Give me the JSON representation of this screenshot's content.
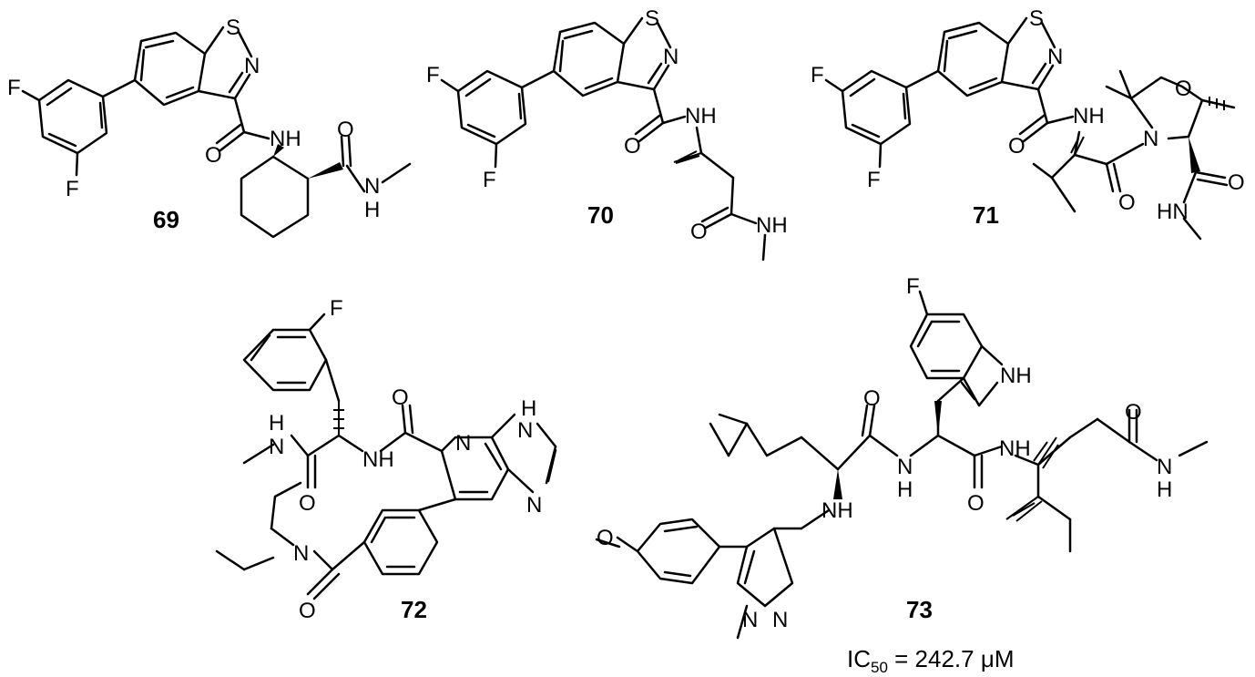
{
  "compounds": [
    {
      "id": "69",
      "atoms": {
        "s": "S",
        "n_ring": "N",
        "f1": "F",
        "f2": "F",
        "o_amide1": "O",
        "nh1": "NH",
        "o_amide2": "O",
        "n2": "N",
        "h2": "H"
      }
    },
    {
      "id": "70",
      "atoms": {
        "s": "S",
        "n_ring": "N",
        "f1": "F",
        "f2": "F",
        "o_amide1": "O",
        "nh1": "NH",
        "o_amide2": "O",
        "nh2": "NH"
      }
    },
    {
      "id": "71",
      "atoms": {
        "s": "S",
        "n_ring": "N",
        "f1": "F",
        "f2": "F",
        "o_amide1": "O",
        "nh1": "NH",
        "o_ring": "O",
        "n_ring2": "N",
        "o_amide2": "O",
        "o_amide3": "O",
        "hn": "HN"
      }
    },
    {
      "id": "72",
      "atoms": {
        "f": "F",
        "nh_top": "H",
        "n_me": "N",
        "o_amide1": "O",
        "nh_amide": "NH",
        "o_amide2": "O",
        "n_pyr": "N",
        "n_imid_top": "N",
        "h_imid": "H",
        "n_imid_bot": "N",
        "n_diethyl": "N",
        "o_amide3": "O"
      }
    },
    {
      "id": "73",
      "atoms": {
        "f": "F",
        "nh_indole": "NH",
        "o1": "O",
        "nh1": "N",
        "h1": "H",
        "o2": "O",
        "nh2": "NH",
        "o3": "O",
        "n_amide": "N",
        "h_amide": "H",
        "nh_amine": "NH",
        "o_methoxy": "O",
        "n_pyr1": "N",
        "n_pyr2": "N"
      }
    }
  ],
  "ic50": {
    "label": "IC",
    "subscript": "50",
    "value": " = 242.7 μM"
  }
}
